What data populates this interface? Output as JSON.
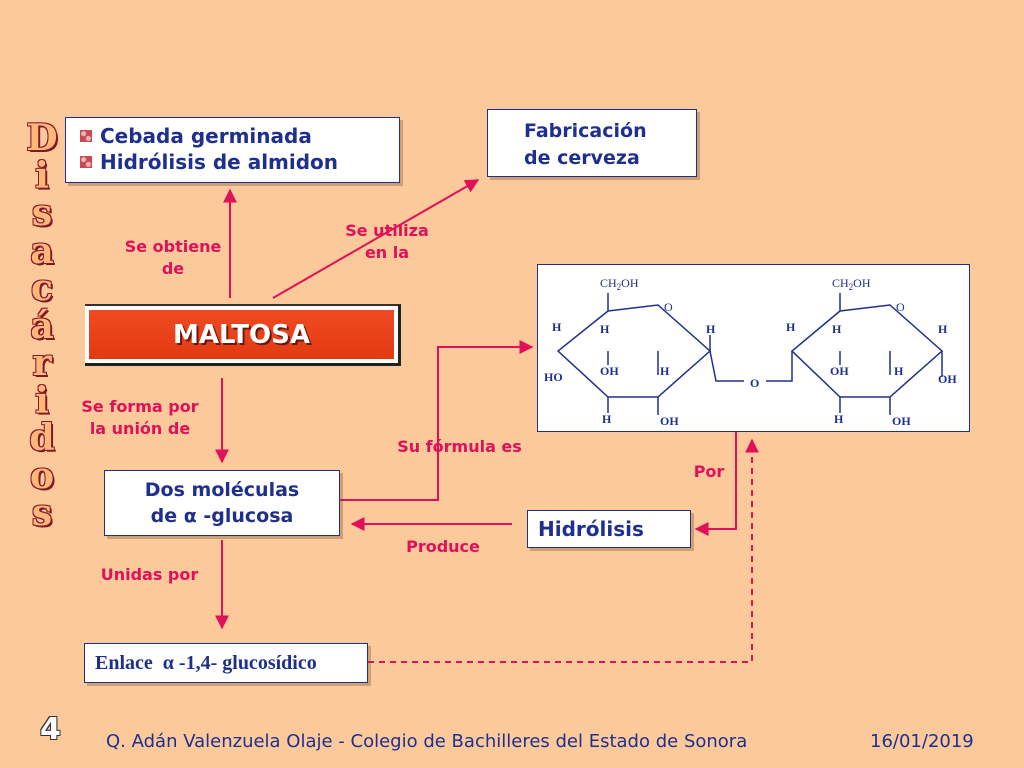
{
  "vertical_title": [
    "D",
    "i",
    "s",
    "a",
    "c",
    "á",
    "r",
    "i",
    "d",
    "o",
    "s"
  ],
  "sources_box": {
    "items": [
      "Cebada germinada",
      "Hidrólisis de almidon"
    ]
  },
  "use_box": {
    "line1": "Fabricación",
    "line2": "de cerveza"
  },
  "center": {
    "label": "MALTOSA"
  },
  "molecules_box": {
    "line1": "Dos moléculas",
    "line2": "de α -glucosa"
  },
  "hydrolysis_box": {
    "label": "Hidrólisis"
  },
  "bond_box": {
    "label": "Enlace  α -1,4- glucosídico"
  },
  "labels": {
    "obtained_1": "Se obtiene",
    "obtained_2": "de",
    "used_1": "Se utiliza",
    "used_2": "en la",
    "formed_1": "Se forma por",
    "formed_2": "la unión de",
    "formula": "Su fórmula  es",
    "by": "Por",
    "produces": "Produce",
    "joined": "Unidas por"
  },
  "structure": {
    "ch2": "CH",
    "sub2": "2",
    "oh": "OH",
    "o": "O",
    "h": "H",
    "ho": "HO"
  },
  "footer": {
    "slide_number": "4",
    "credit": "Q. Adán Valenzuela Olaje - Colegio de Bachilleres del Estado de Sonora",
    "date": "16/01/2019"
  },
  "colors": {
    "background": "#FBC99A",
    "label_pink": "#E0105A",
    "text_blue": "#1F2F8E",
    "maltosa_red": "#E23A12"
  }
}
